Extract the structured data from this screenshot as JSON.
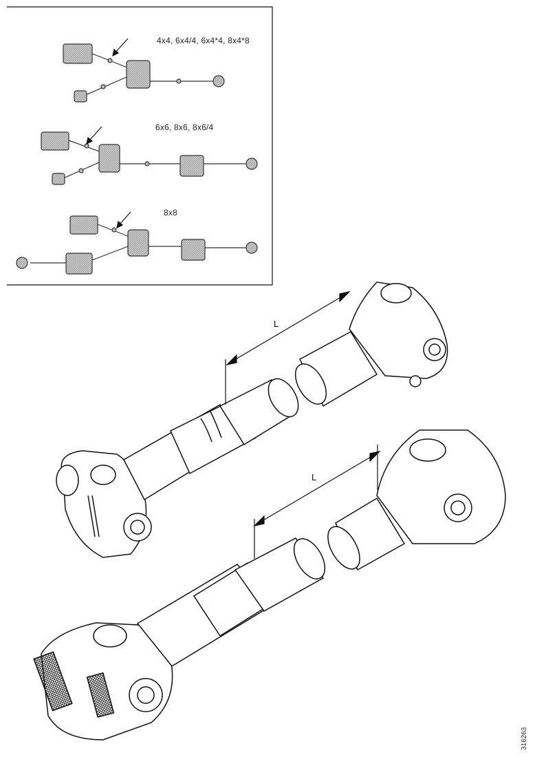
{
  "inset": {
    "configs": [
      {
        "label": "4x4, 6x4/4, 6x4*4, 8x4*8"
      },
      {
        "label": "6x6, 8x6, 8x6/4"
      },
      {
        "label": "8x8"
      }
    ]
  },
  "shafts": [
    {
      "dimension_label": "L"
    },
    {
      "dimension_label": "L"
    }
  ],
  "figure_code": "316263"
}
